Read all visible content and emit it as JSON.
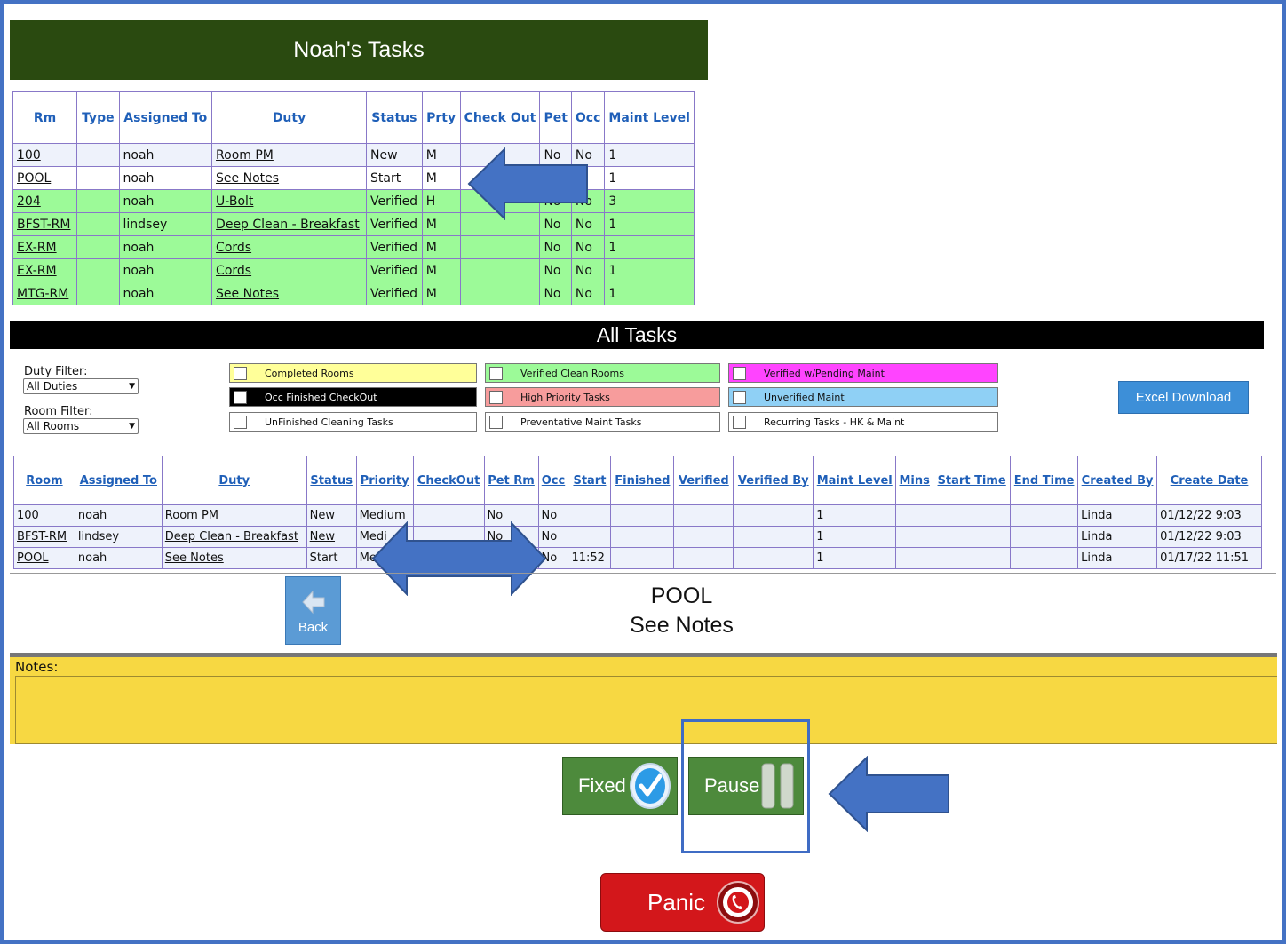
{
  "colors": {
    "frame": "#4472c4",
    "title_bar": "#2a4a10",
    "verified_row": "#9cfa98",
    "arrow": "#4472c4",
    "notes_bg": "#f7d842",
    "green_button": "#4d8a3c",
    "panic_button": "#d3171b",
    "excel_button": "#3d8fd8"
  },
  "my_tasks": {
    "title": "Noah's Tasks",
    "columns": [
      "Rm",
      "Type",
      "Assigned To",
      "Duty",
      "Status",
      "Prty",
      "Check Out",
      "Pet",
      "Occ",
      "Maint Level"
    ],
    "rows": [
      {
        "rm": "100",
        "type": "",
        "assigned": "noah",
        "duty": "Room PM",
        "status": "New",
        "prty": "M",
        "checkout": "",
        "pet": "No",
        "occ": "No",
        "maint": "1"
      },
      {
        "rm": "POOL",
        "type": "",
        "assigned": "noah",
        "duty": "See Notes",
        "status": "Start",
        "prty": "M",
        "checkout": "",
        "pet": "",
        "occ": "o",
        "maint": "1"
      },
      {
        "rm": "204",
        "type": "",
        "assigned": "noah",
        "duty": "U-Bolt",
        "status": "Verified",
        "prty": "H",
        "checkout": "",
        "pet": "No",
        "occ": "No",
        "maint": "3"
      },
      {
        "rm": "BFST-RM",
        "type": "",
        "assigned": "lindsey",
        "duty": "Deep Clean - Breakfast",
        "status": "Verified",
        "prty": "M",
        "checkout": "",
        "pet": "No",
        "occ": "No",
        "maint": "1"
      },
      {
        "rm": "EX-RM",
        "type": "",
        "assigned": "noah",
        "duty": "Cords",
        "status": "Verified",
        "prty": "M",
        "checkout": "",
        "pet": "No",
        "occ": "No",
        "maint": "1"
      },
      {
        "rm": "EX-RM",
        "type": "",
        "assigned": "noah",
        "duty": "Cords",
        "status": "Verified",
        "prty": "M",
        "checkout": "",
        "pet": "No",
        "occ": "No",
        "maint": "1"
      },
      {
        "rm": "MTG-RM",
        "type": "",
        "assigned": "noah",
        "duty": "See Notes",
        "status": "Verified",
        "prty": "M",
        "checkout": "",
        "pet": "No",
        "occ": "No",
        "maint": "1"
      }
    ]
  },
  "all_tasks": {
    "title": "All Tasks",
    "duty_filter_label": "Duty Filter:",
    "duty_filter_value": "All Duties",
    "room_filter_label": "Room Filter:",
    "room_filter_value": "All Rooms",
    "legend": [
      {
        "label": "Completed Rooms",
        "color": "#ffff99",
        "text_color": "#111"
      },
      {
        "label": "Verified Clean Rooms",
        "color": "#9cfa98",
        "text_color": "#111"
      },
      {
        "label": "Verified w/Pending Maint",
        "color": "#ff44ff",
        "text_color": "#111"
      },
      {
        "label": "Occ Finished CheckOut",
        "color": "#000000",
        "text_color": "#ffffff"
      },
      {
        "label": "High Priority Tasks",
        "color": "#f79c9c",
        "text_color": "#111"
      },
      {
        "label": "Unverified Maint",
        "color": "#8fd0f5",
        "text_color": "#111"
      },
      {
        "label": "UnFinished Cleaning Tasks",
        "color": "#ffffff",
        "text_color": "#111"
      },
      {
        "label": "Preventative Maint Tasks",
        "color": "#ffffff",
        "text_color": "#111"
      },
      {
        "label": "Recurring Tasks - HK & Maint",
        "color": "#ffffff",
        "text_color": "#111"
      }
    ],
    "excel_label": "Excel Download",
    "columns": [
      "Room",
      "Assigned To",
      "Duty",
      "Status",
      "Priority",
      "CheckOut",
      "Pet Rm",
      "Occ",
      "Start",
      "Finished",
      "Verified",
      "Verified By",
      "Maint Level",
      "Mins",
      "Start Time",
      "End Time",
      "Created By",
      "Create Date"
    ],
    "rows": [
      {
        "room": "100",
        "assigned": "noah",
        "duty": "Room PM",
        "status": "New",
        "status_link": true,
        "priority": "Medium",
        "checkout": "",
        "pet": "No",
        "occ": "No",
        "start": "",
        "finished": "",
        "verified": "",
        "verified_by": "",
        "maint": "1",
        "mins": "",
        "start_time": "",
        "end_time": "",
        "created_by": "Linda",
        "create_date": "01/12/22 9:03"
      },
      {
        "room": "BFST-RM",
        "assigned": "lindsey",
        "duty": "Deep Clean - Breakfast",
        "status": "New",
        "status_link": true,
        "priority": "Medi",
        "checkout": "",
        "pet": "No",
        "occ": "No",
        "start": "",
        "finished": "",
        "verified": "",
        "verified_by": "",
        "maint": "1",
        "mins": "",
        "start_time": "",
        "end_time": "",
        "created_by": "Linda",
        "create_date": "01/12/22 9:03"
      },
      {
        "room": "POOL",
        "assigned": "noah",
        "duty": "See Notes",
        "status": "Start",
        "status_link": false,
        "priority": "Me",
        "checkout": "",
        "pet": "",
        "occ": "No",
        "start": "11:52",
        "finished": "",
        "verified": "",
        "verified_by": "",
        "maint": "1",
        "mins": "",
        "start_time": "",
        "end_time": "",
        "created_by": "Linda",
        "create_date": "01/17/22 11:51"
      }
    ]
  },
  "detail": {
    "back_label": "Back",
    "room": "POOL",
    "duty": "See Notes",
    "notes_label": "Notes:",
    "notes_value": ""
  },
  "actions": {
    "fixed_label": "Fixed",
    "pause_label": "Pause",
    "panic_label": "Panic"
  }
}
